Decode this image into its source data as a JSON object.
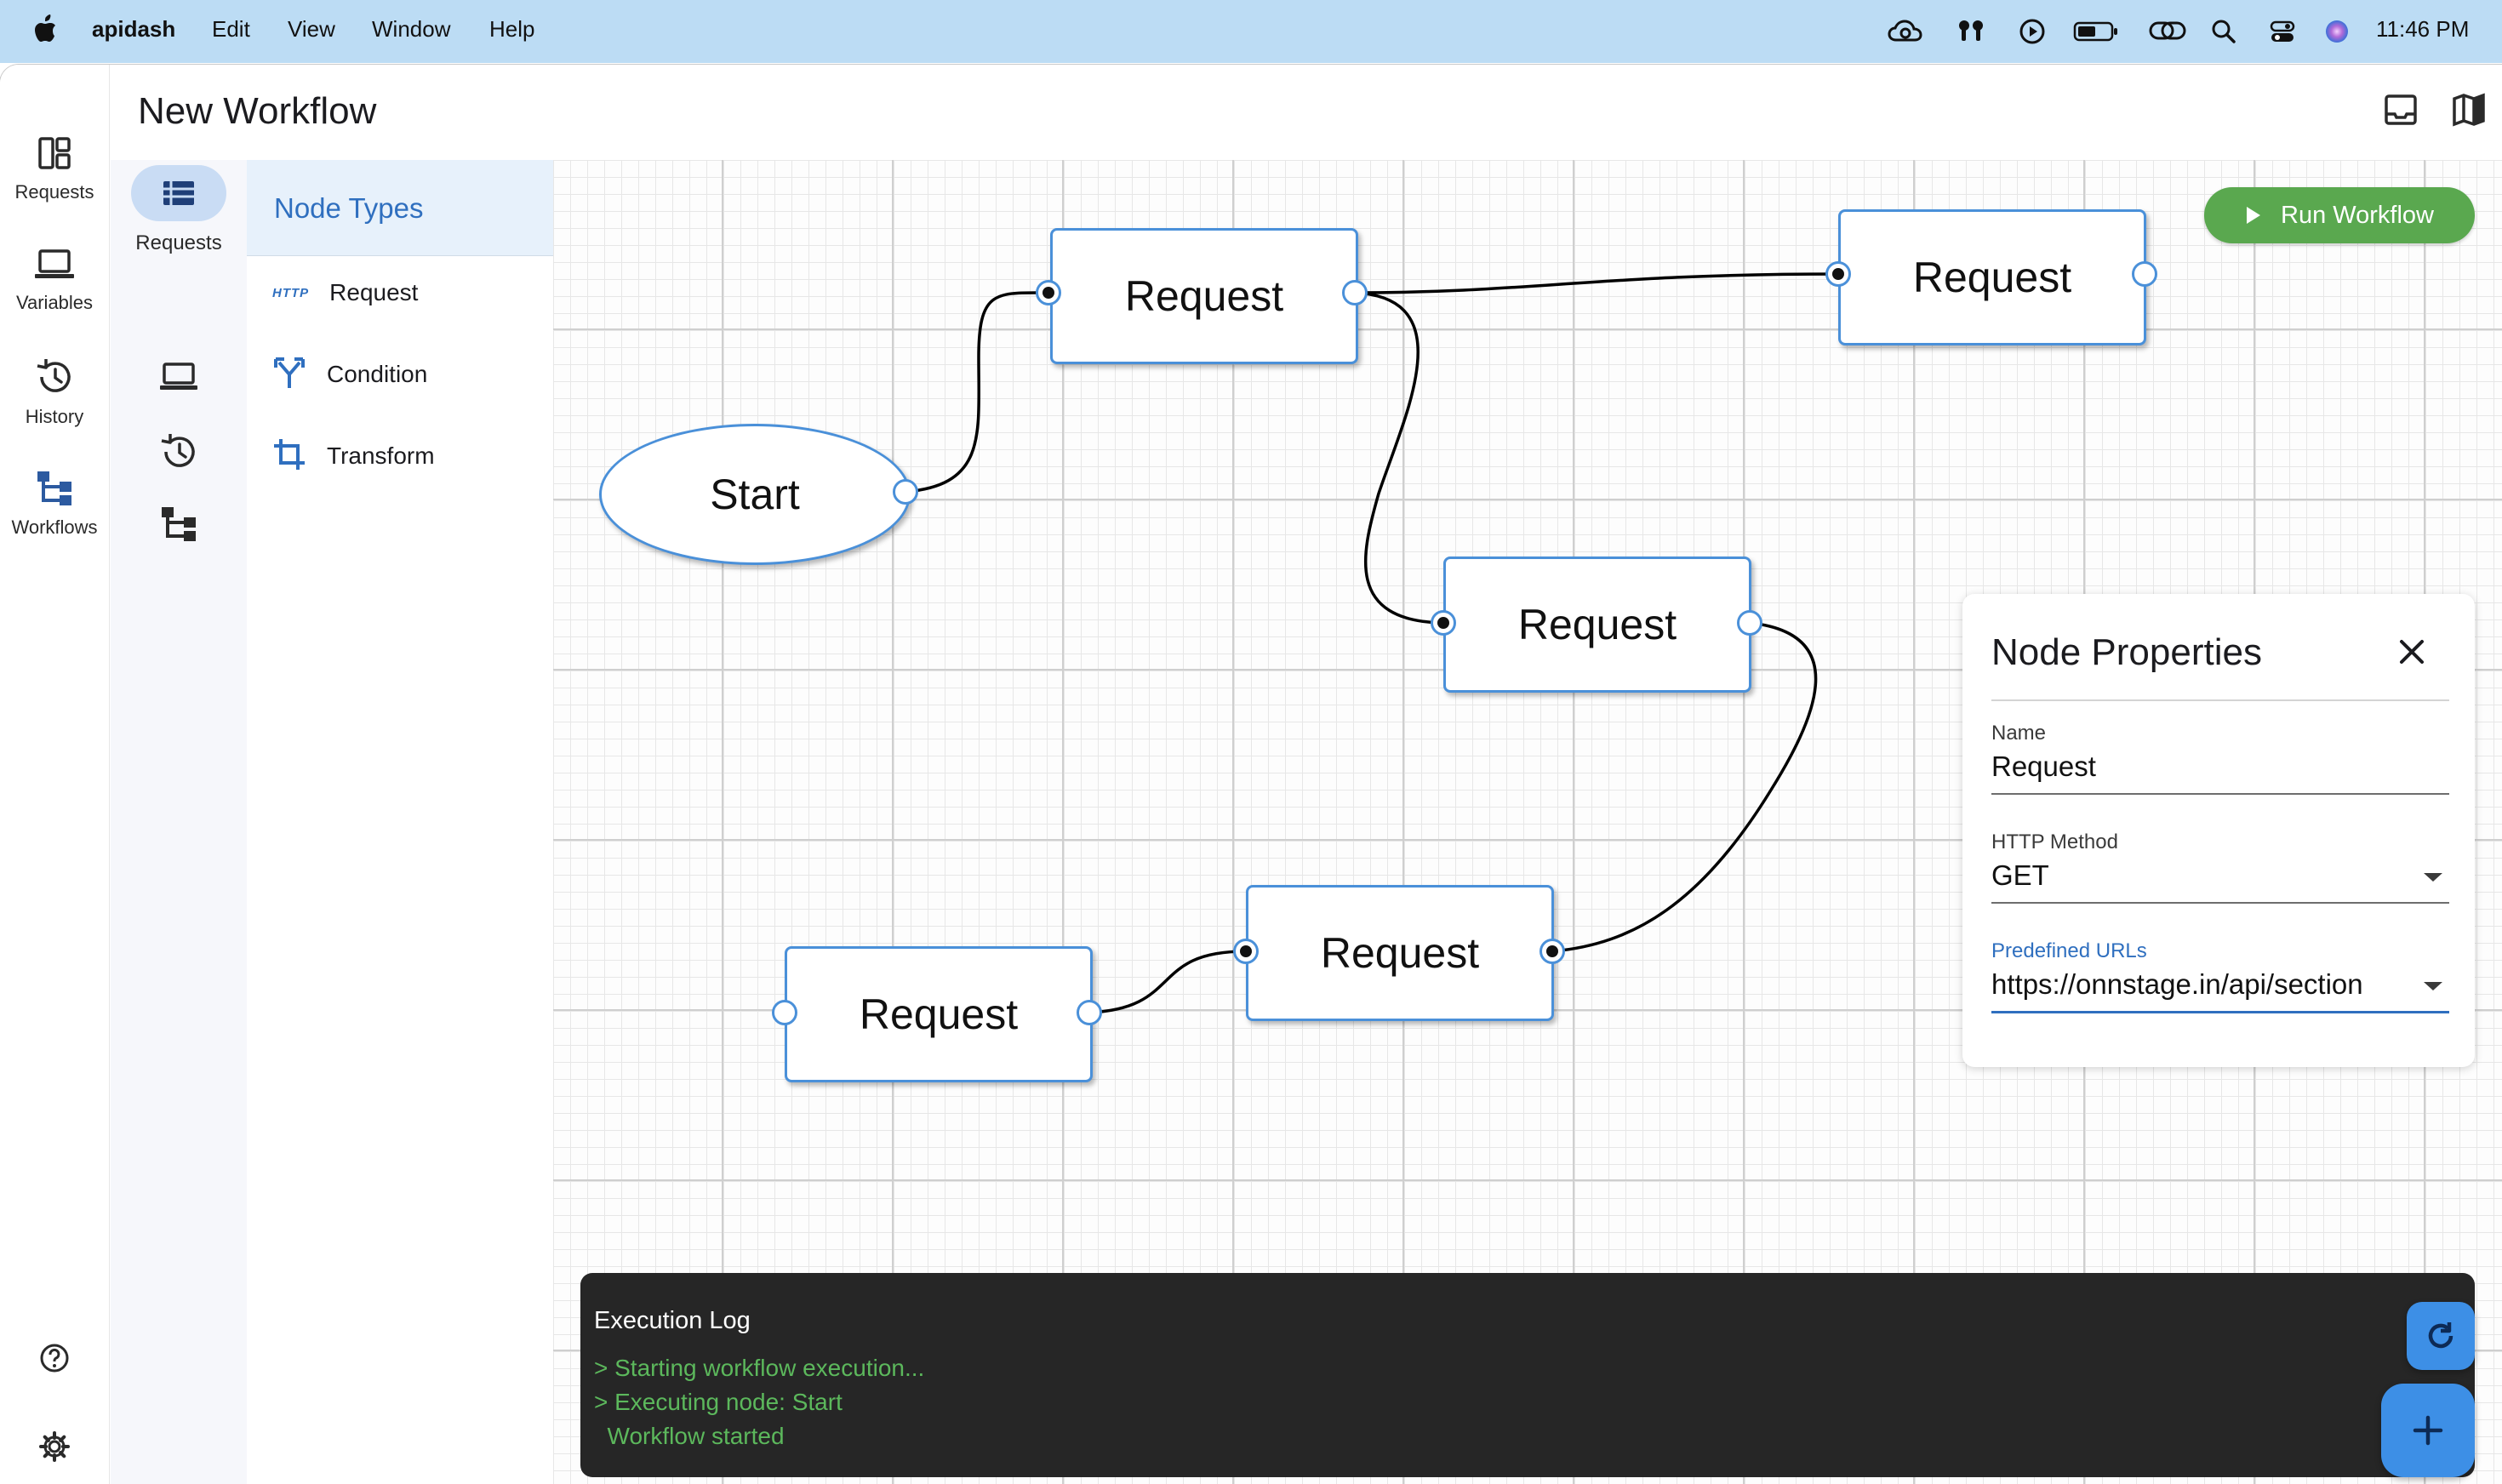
{
  "menubar": {
    "app_name": "apidash",
    "items": [
      "Edit",
      "View",
      "Window",
      "Help"
    ],
    "clock": "11:46 PM"
  },
  "window": {
    "title": "New Workflow"
  },
  "rail": {
    "items": [
      {
        "label": "Requests",
        "icon": "dashboard-icon"
      },
      {
        "label": "Variables",
        "icon": "laptop-icon"
      },
      {
        "label": "History",
        "icon": "history-icon"
      },
      {
        "label": "Workflows",
        "icon": "workflow-icon"
      }
    ]
  },
  "subrail": {
    "active_label": "Requests"
  },
  "node_types": {
    "header": "Node Types",
    "items": [
      {
        "label": "Request",
        "badge": "HTTP"
      },
      {
        "label": "Condition",
        "icon": "fork-icon"
      },
      {
        "label": "Transform",
        "icon": "crop-icon"
      }
    ]
  },
  "canvas": {
    "run_label": "Run Workflow",
    "start_label": "Start",
    "nodes": [
      {
        "label": "Request"
      },
      {
        "label": "Request"
      },
      {
        "label": "Request"
      },
      {
        "label": "Request"
      },
      {
        "label": "Request"
      }
    ]
  },
  "properties": {
    "title": "Node Properties",
    "name_label": "Name",
    "name_value": "Request",
    "method_label": "HTTP Method",
    "method_value": "GET",
    "url_label": "Predefined URLs",
    "url_value": "https://onnstage.in/api/section"
  },
  "log": {
    "title": "Execution Log",
    "lines": [
      "> Starting workflow execution...",
      "> Executing node: Start",
      "  Workflow started"
    ]
  },
  "colors": {
    "accent": "#4a90d9",
    "run_button": "#5aa84f",
    "menubar": "#bcdcf4",
    "log_bg": "#262626",
    "log_text": "#5cb85c"
  }
}
